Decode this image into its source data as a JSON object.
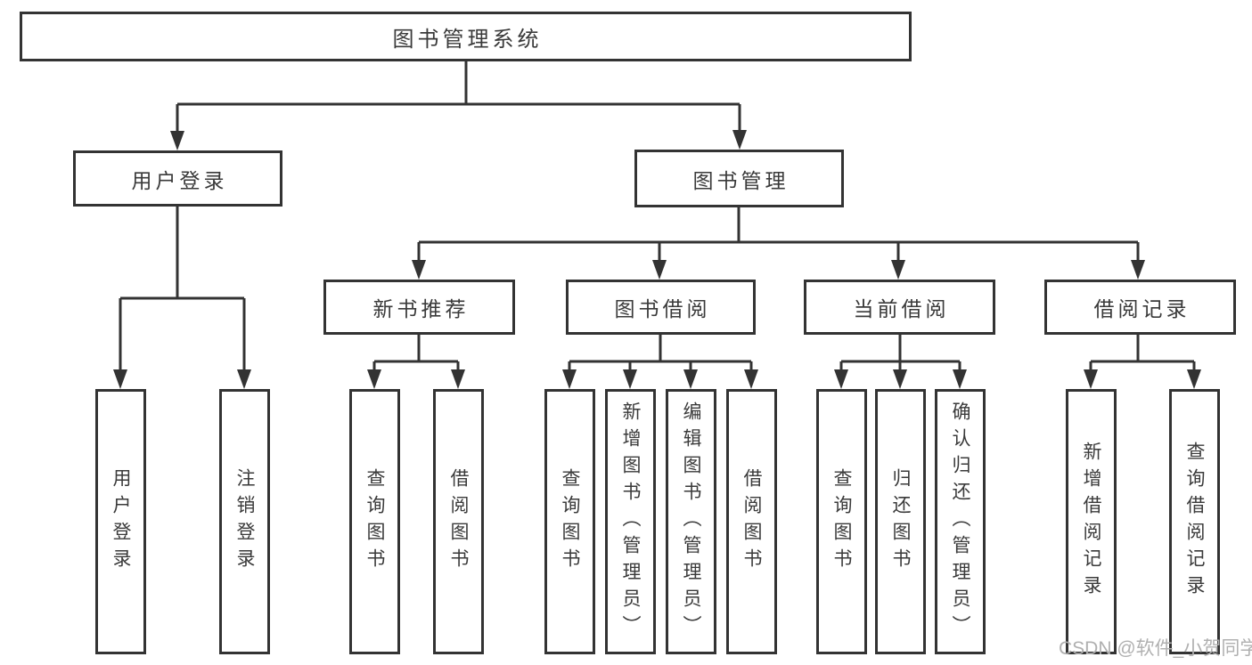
{
  "diagram": {
    "root": {
      "label": "图书管理系统"
    },
    "branches": [
      {
        "label": "用户登录",
        "children": [
          {
            "label": "用户登录"
          },
          {
            "label": "注销登录"
          }
        ]
      },
      {
        "label": "图书管理",
        "groups": [
          {
            "label": "新书推荐",
            "children": [
              {
                "label": "查询图书"
              },
              {
                "label": "借阅图书"
              }
            ]
          },
          {
            "label": "图书借阅",
            "children": [
              {
                "label": "查询图书"
              },
              {
                "label": "新增图书（管理员）"
              },
              {
                "label": "编辑图书（管理员）"
              },
              {
                "label": "借阅图书"
              }
            ]
          },
          {
            "label": "当前借阅",
            "children": [
              {
                "label": "查询图书"
              },
              {
                "label": "归还图书"
              },
              {
                "label": "确认归还（管理员）"
              }
            ]
          },
          {
            "label": "借阅记录",
            "children": [
              {
                "label": "新增借阅记录"
              },
              {
                "label": "查询借阅记录"
              }
            ]
          }
        ]
      }
    ]
  },
  "watermark": {
    "text": "CSDN @软件_小贺同学"
  },
  "colors": {
    "line": "#333333",
    "text": "#3a3a3a",
    "watermark": "#b0b0b0",
    "background": "#ffffff"
  }
}
